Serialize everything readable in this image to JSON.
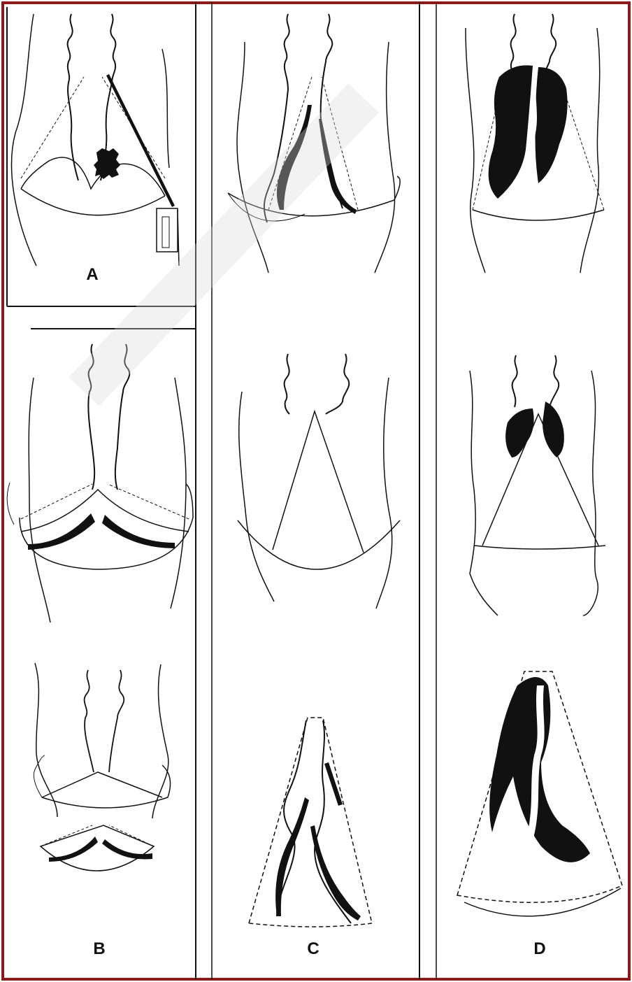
{
  "figure": {
    "border_color": "#8b1a1a",
    "ink_color": "#111111",
    "panels": [
      {
        "id": "A",
        "label": "A"
      },
      {
        "id": "B",
        "label": "B"
      },
      {
        "id": "C",
        "label": "C"
      },
      {
        "id": "D",
        "label": "D"
      }
    ],
    "icons": [
      "cervix-diagram",
      "biopsy-instrument-icon",
      "pigment-lesion"
    ]
  }
}
